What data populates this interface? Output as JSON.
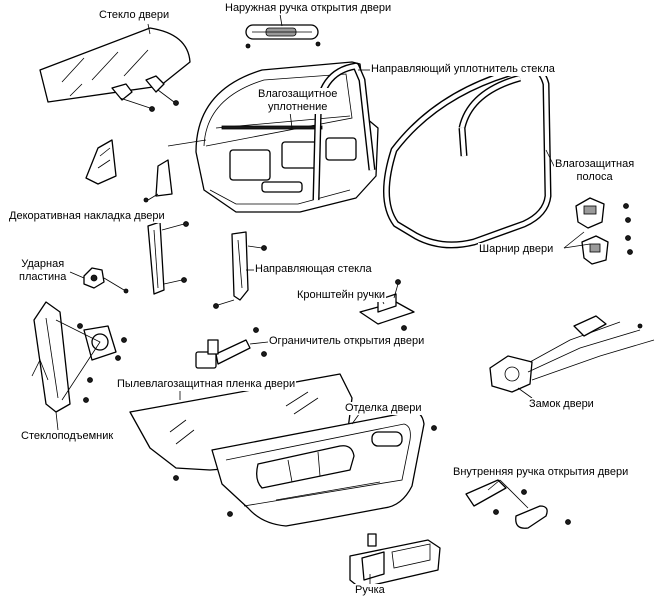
{
  "labels": {
    "door_glass": "Стекло двери",
    "outer_handle": "Наружная ручка открытия двери",
    "run_channel": "Направляющий уплотнитель стекла",
    "moisture_seal": "Влагозащитное\nуплотнение",
    "weatherstrip": "Влагозащитная\nполоса",
    "door_trim_cover": "Декоративная накладка двери",
    "hinge": "Шарнир двери",
    "striker": "Ударная\nпластина",
    "glass_guide": "Направляющая стекла",
    "handle_bracket": "Кронштейн ручки",
    "checker": "Ограничитель открытия двери",
    "dust_film": "Пылевлагозащитная пленка двери",
    "door_lock": "Замок двери",
    "door_trim": "Отделка двери",
    "regulator": "Стеклоподъемник",
    "inner_handle": "Внутренняя ручка открытия двери",
    "handle": "Ручка"
  }
}
